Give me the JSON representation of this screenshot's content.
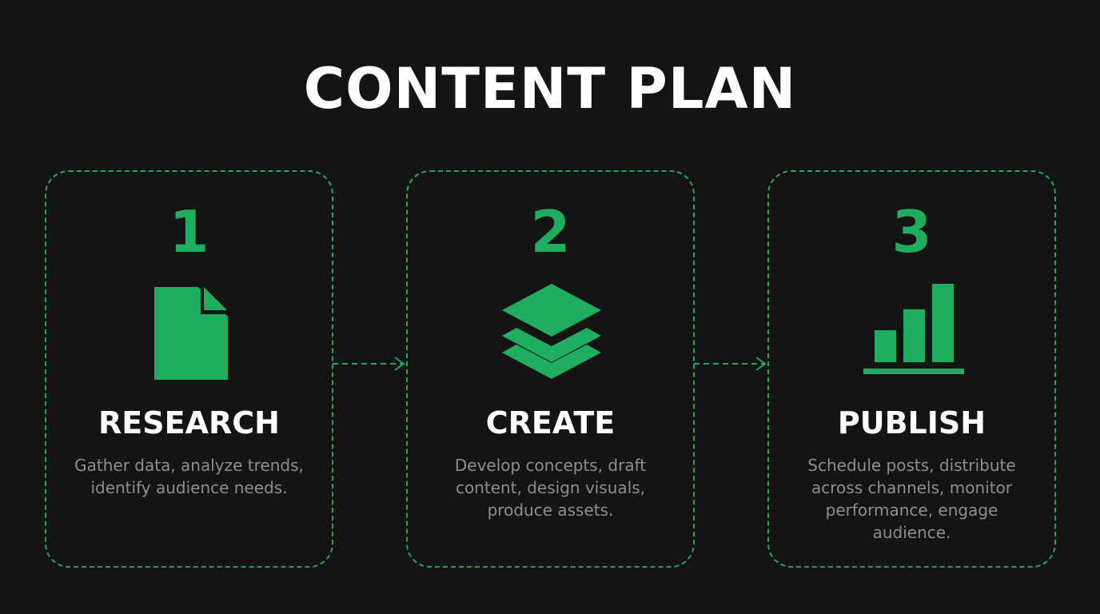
{
  "title": "CONTENT PLAN",
  "accent_color": "#1fae60",
  "steps": [
    {
      "number": "1",
      "icon": "document-icon",
      "title": "RESEARCH",
      "description": "Gather data, analyze trends, identify audience needs."
    },
    {
      "number": "2",
      "icon": "layers-icon",
      "title": "CREATE",
      "description": "Develop concepts, draft content, design visuals, produce assets."
    },
    {
      "number": "3",
      "icon": "bar-chart-icon",
      "title": "PUBLISH",
      "description": "Schedule posts, distribute across channels, monitor performance, engage audience."
    }
  ]
}
